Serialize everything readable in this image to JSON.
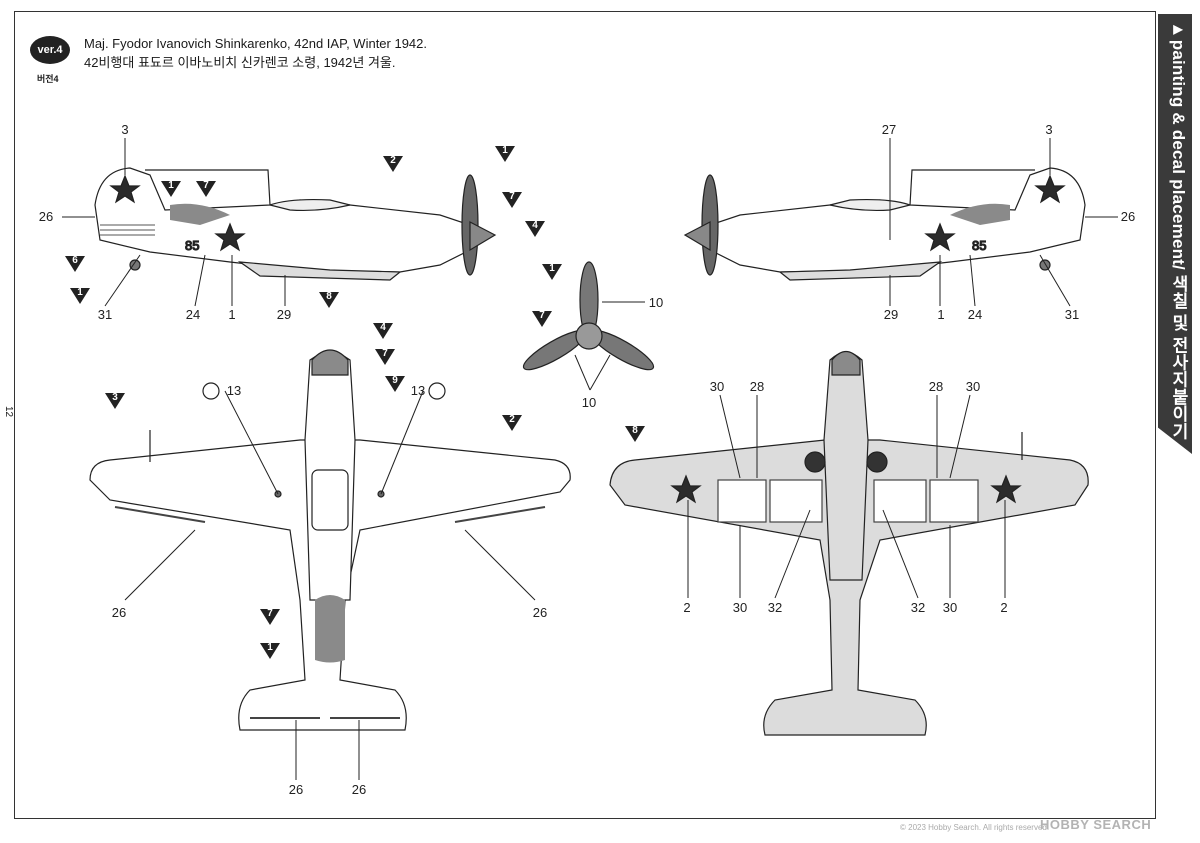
{
  "badge": {
    "label": "ver.4",
    "sub": "버전4"
  },
  "title": {
    "line1": "Maj. Fyodor Ivanovich Shinkarenko, 42nd IAP, Winter 1942.",
    "line2": "42비행대 표됴르 이바노비치 신카렌코 소령, 1942년 겨울."
  },
  "side_tab": {
    "label": "painting & decal placement/ 색칠 및 전사지붙이기"
  },
  "page_number": "12",
  "watermark": {
    "brand": "HOBBY SEARCH",
    "copyright": "© 2023 Hobby Search. All rights reserved."
  },
  "colors": {
    "line": "#222222",
    "paint_gray": "#8a8a8a",
    "star": "#2b2b2b",
    "panel": "#dcdcdc"
  },
  "callouts": {
    "left_profile": [
      "3",
      "26",
      "31",
      "24",
      "1",
      "29"
    ],
    "left_profile_tri": [
      "1",
      "7",
      "2",
      "1",
      "7",
      "4",
      "6",
      "1",
      "8"
    ],
    "right_profile": [
      "27",
      "3",
      "26",
      "31",
      "24",
      "1",
      "29"
    ],
    "prop": [
      "10",
      "10"
    ],
    "prop_tri": [
      "1",
      "7"
    ],
    "top": [
      "13",
      "13",
      "26",
      "26",
      "26",
      "26"
    ],
    "top_tri": [
      "3",
      "4",
      "7",
      "9",
      "2",
      "7",
      "1"
    ],
    "bottom": [
      "30",
      "28",
      "28",
      "30",
      "2",
      "30",
      "32",
      "32",
      "30",
      "2"
    ],
    "bottom_tri": [
      "8"
    ]
  },
  "number_codes": {
    "aircraft_number": "85"
  }
}
